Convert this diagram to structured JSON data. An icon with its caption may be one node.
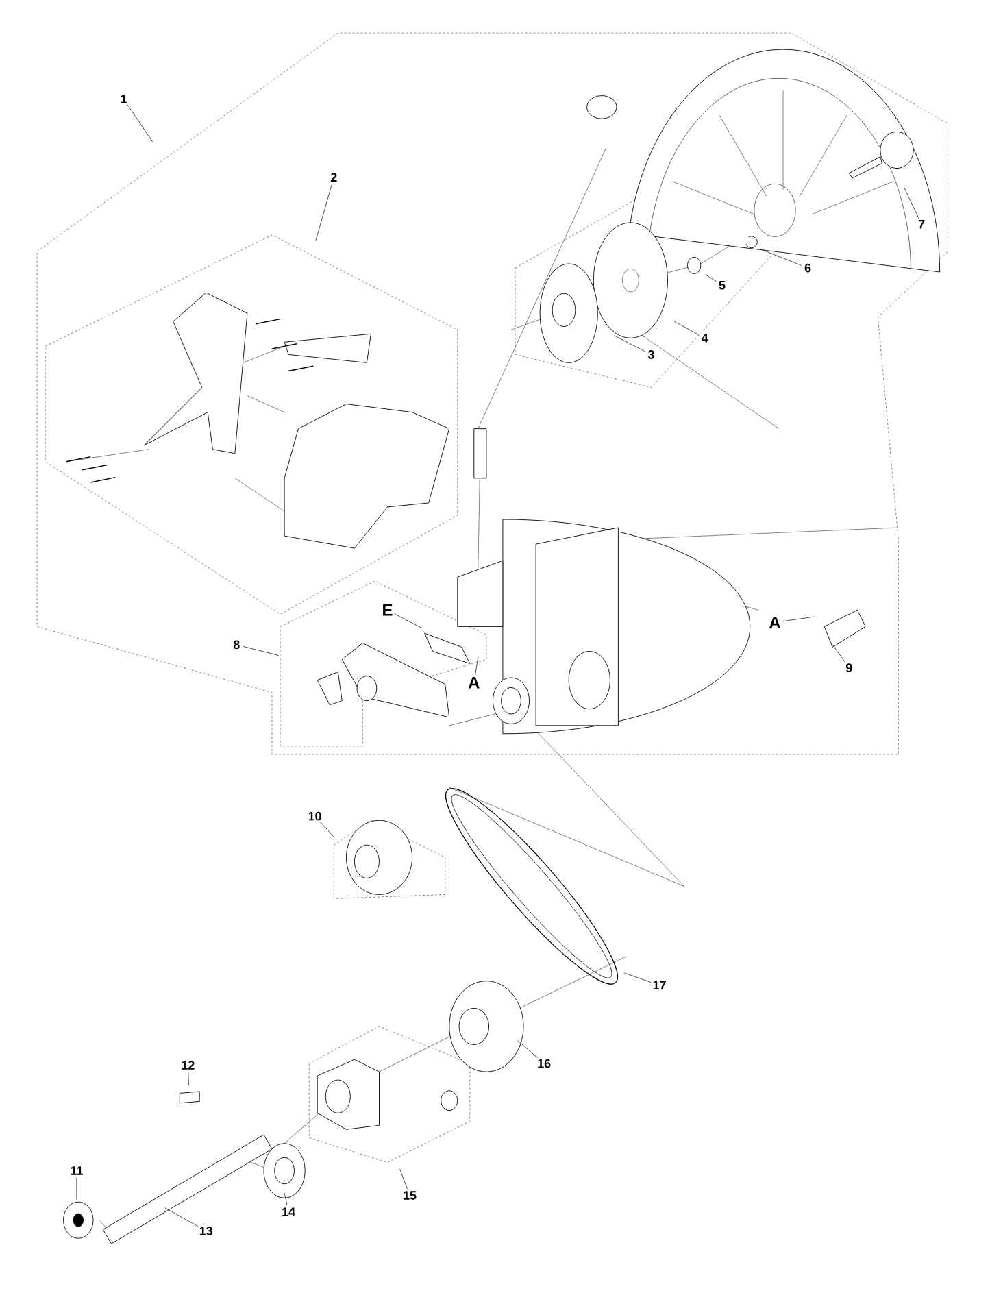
{
  "diagram": {
    "nodes": [
      {
        "text": [
          "1"
        ]
      },
      {
        "text": [
          "2"
        ]
      },
      {
        "text": [
          "3"
        ]
      },
      {
        "text": [
          "4"
        ]
      },
      {
        "text": [
          "5"
        ]
      },
      {
        "text": [
          "6"
        ]
      },
      {
        "text": [
          "7"
        ]
      },
      {
        "text": [
          "8"
        ]
      },
      {
        "text": [
          "9"
        ]
      },
      {
        "text": [
          "10"
        ]
      },
      {
        "text": [
          "11"
        ]
      },
      {
        "text": [
          "12"
        ]
      },
      {
        "text": [
          "13"
        ]
      },
      {
        "text": [
          "14"
        ]
      },
      {
        "text": [
          "15"
        ]
      },
      {
        "text": [
          "16"
        ]
      },
      {
        "text": [
          "17"
        ]
      },
      {
        "text": [
          "E"
        ]
      },
      {
        "text": [
          "A"
        ]
      },
      {
        "text": [
          "A"
        ]
      }
    ],
    "edges": [
      {
        "from": 0,
        "to": null,
        "arrow": "none"
      },
      {
        "from": 1,
        "to": null,
        "arrow": "none"
      },
      {
        "from": 2,
        "to": null,
        "arrow": "none"
      },
      {
        "from": 3,
        "to": null,
        "arrow": "none"
      },
      {
        "from": 4,
        "to": null,
        "arrow": "none"
      },
      {
        "from": 5,
        "to": null,
        "arrow": "none"
      },
      {
        "from": 6,
        "to": null,
        "arrow": "none"
      },
      {
        "from": 7,
        "to": null,
        "arrow": "none"
      },
      {
        "from": 8,
        "to": null,
        "arrow": "none"
      },
      {
        "from": 9,
        "to": null,
        "arrow": "none"
      },
      {
        "from": 10,
        "to": null,
        "arrow": "none"
      },
      {
        "from": 11,
        "to": null,
        "arrow": "none"
      },
      {
        "from": 12,
        "to": null,
        "arrow": "none"
      },
      {
        "from": 13,
        "to": null,
        "arrow": "none"
      },
      {
        "from": 14,
        "to": null,
        "arrow": "none"
      },
      {
        "from": 15,
        "to": null,
        "arrow": "none"
      },
      {
        "from": 16,
        "to": null,
        "arrow": "none"
      },
      {
        "from": 17,
        "to": null,
        "arrow": "none"
      },
      {
        "from": 18,
        "to": null,
        "arrow": "none"
      },
      {
        "from": 19,
        "to": null,
        "arrow": "none"
      }
    ]
  }
}
